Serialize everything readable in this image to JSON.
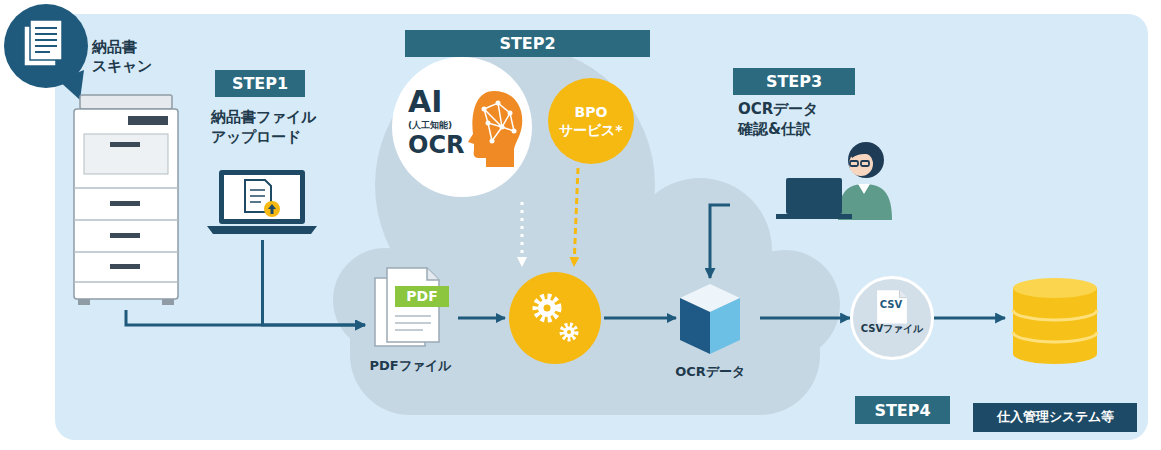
{
  "diagram": {
    "nodes": [
      {
        "text": [
          "納品書 スキャン"
        ]
      },
      {
        "text": [
          "STEP1"
        ]
      },
      {
        "text": [
          "納品書ファイル アップロード"
        ]
      },
      {
        "text": [
          "STEP2"
        ]
      },
      {
        "text": [
          "AI",
          "(人工知能)",
          "OCR"
        ]
      },
      {
        "text": [
          "BPO サービス*"
        ]
      },
      {
        "text": [
          "STEP3"
        ]
      },
      {
        "text": [
          "OCRデータ 確認&仕訳"
        ]
      },
      {
        "text": [
          "PDF",
          "PDFファイル"
        ]
      },
      {
        "text": [
          "OCRデータ"
        ]
      },
      {
        "text": [
          "CSV",
          "CSVファイル"
        ]
      },
      {
        "text": [
          "STEP4"
        ]
      },
      {
        "text": [
          "仕入管理システム等"
        ]
      }
    ],
    "edges": [
      {
        "from": 0,
        "to": 8,
        "arrow": "to"
      },
      {
        "from": 2,
        "to": 8,
        "arrow": "to"
      },
      {
        "from": 7,
        "to": 9,
        "arrow": "to"
      },
      {
        "from": 9,
        "to": 10,
        "arrow": "to"
      },
      {
        "from": 10,
        "to": 12,
        "arrow": "to"
      }
    ]
  }
}
